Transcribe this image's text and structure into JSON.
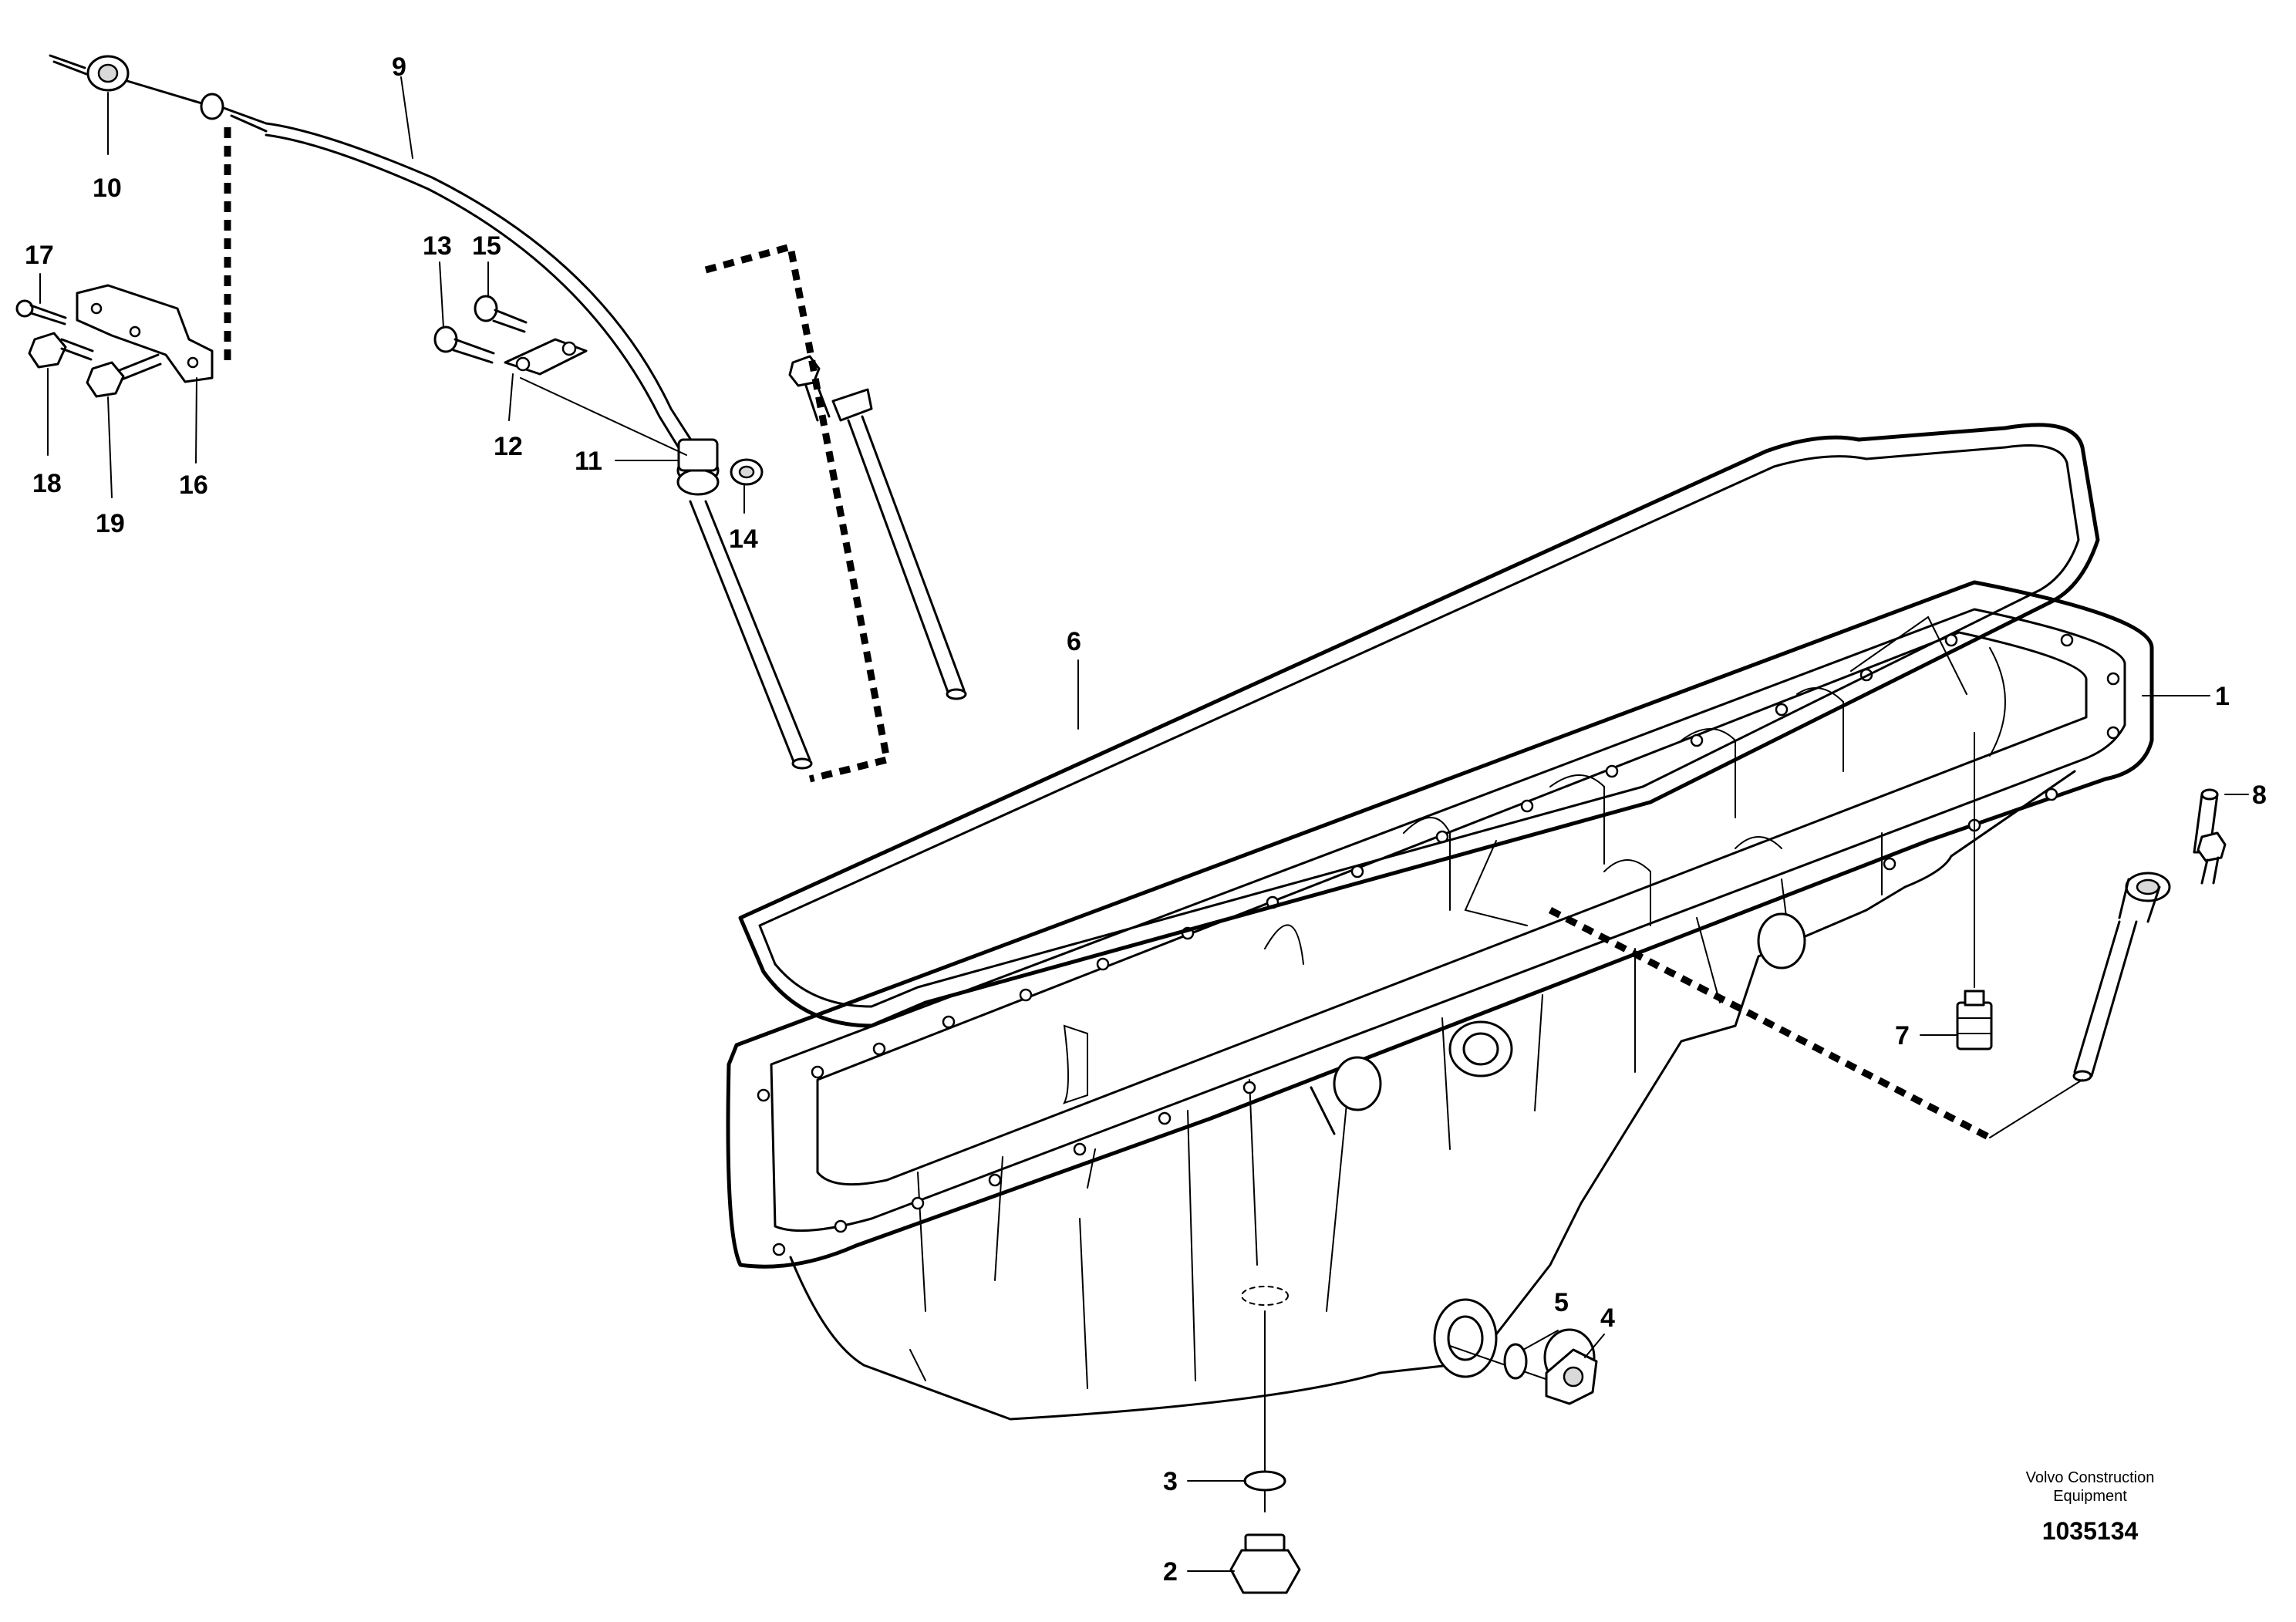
{
  "callouts": [
    "1",
    "2",
    "3",
    "4",
    "5",
    "6",
    "7",
    "8",
    "9",
    "10",
    "11",
    "12",
    "13",
    "14",
    "15",
    "16",
    "17",
    "18",
    "19"
  ],
  "footer": {
    "company_line1": "Volvo Construction",
    "company_line2": "Equipment",
    "drawing_number": "1035134"
  }
}
